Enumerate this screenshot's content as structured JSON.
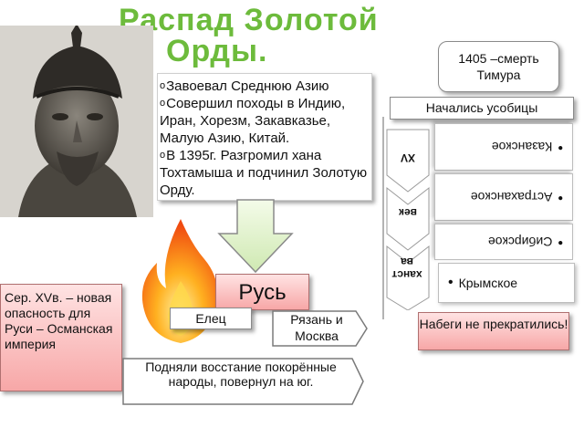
{
  "title": {
    "line1": "Распад Золотой",
    "line2": "Орды."
  },
  "conquests": {
    "items": [
      "Завоевал Среднюю Азию",
      "Совершил походы в Индию, Иран, Хорезм, Закавказье, Малую Азию, Китай.",
      "В 1395г. Разгромил хана Тохтамыша и подчинил Золотую Орду."
    ]
  },
  "timur_death": "1405 –смерть Тимура",
  "strife": "Начались усобицы",
  "century": {
    "c1": "XV",
    "c2": "век",
    "c3": "ханст ва"
  },
  "khanates": [
    "Казанское",
    "Астраханское",
    "Сибирское",
    "Крымское"
  ],
  "rus": "Русь",
  "yelets": "Елец",
  "ryazan": "Рязань и Москва",
  "raids": "Набеги не прекратились!",
  "ottoman": "Сер. XVв. – новая опасность для Руси – Османская империя",
  "uprising": "Подняли восстание покорённые народы, повернул на юг."
}
